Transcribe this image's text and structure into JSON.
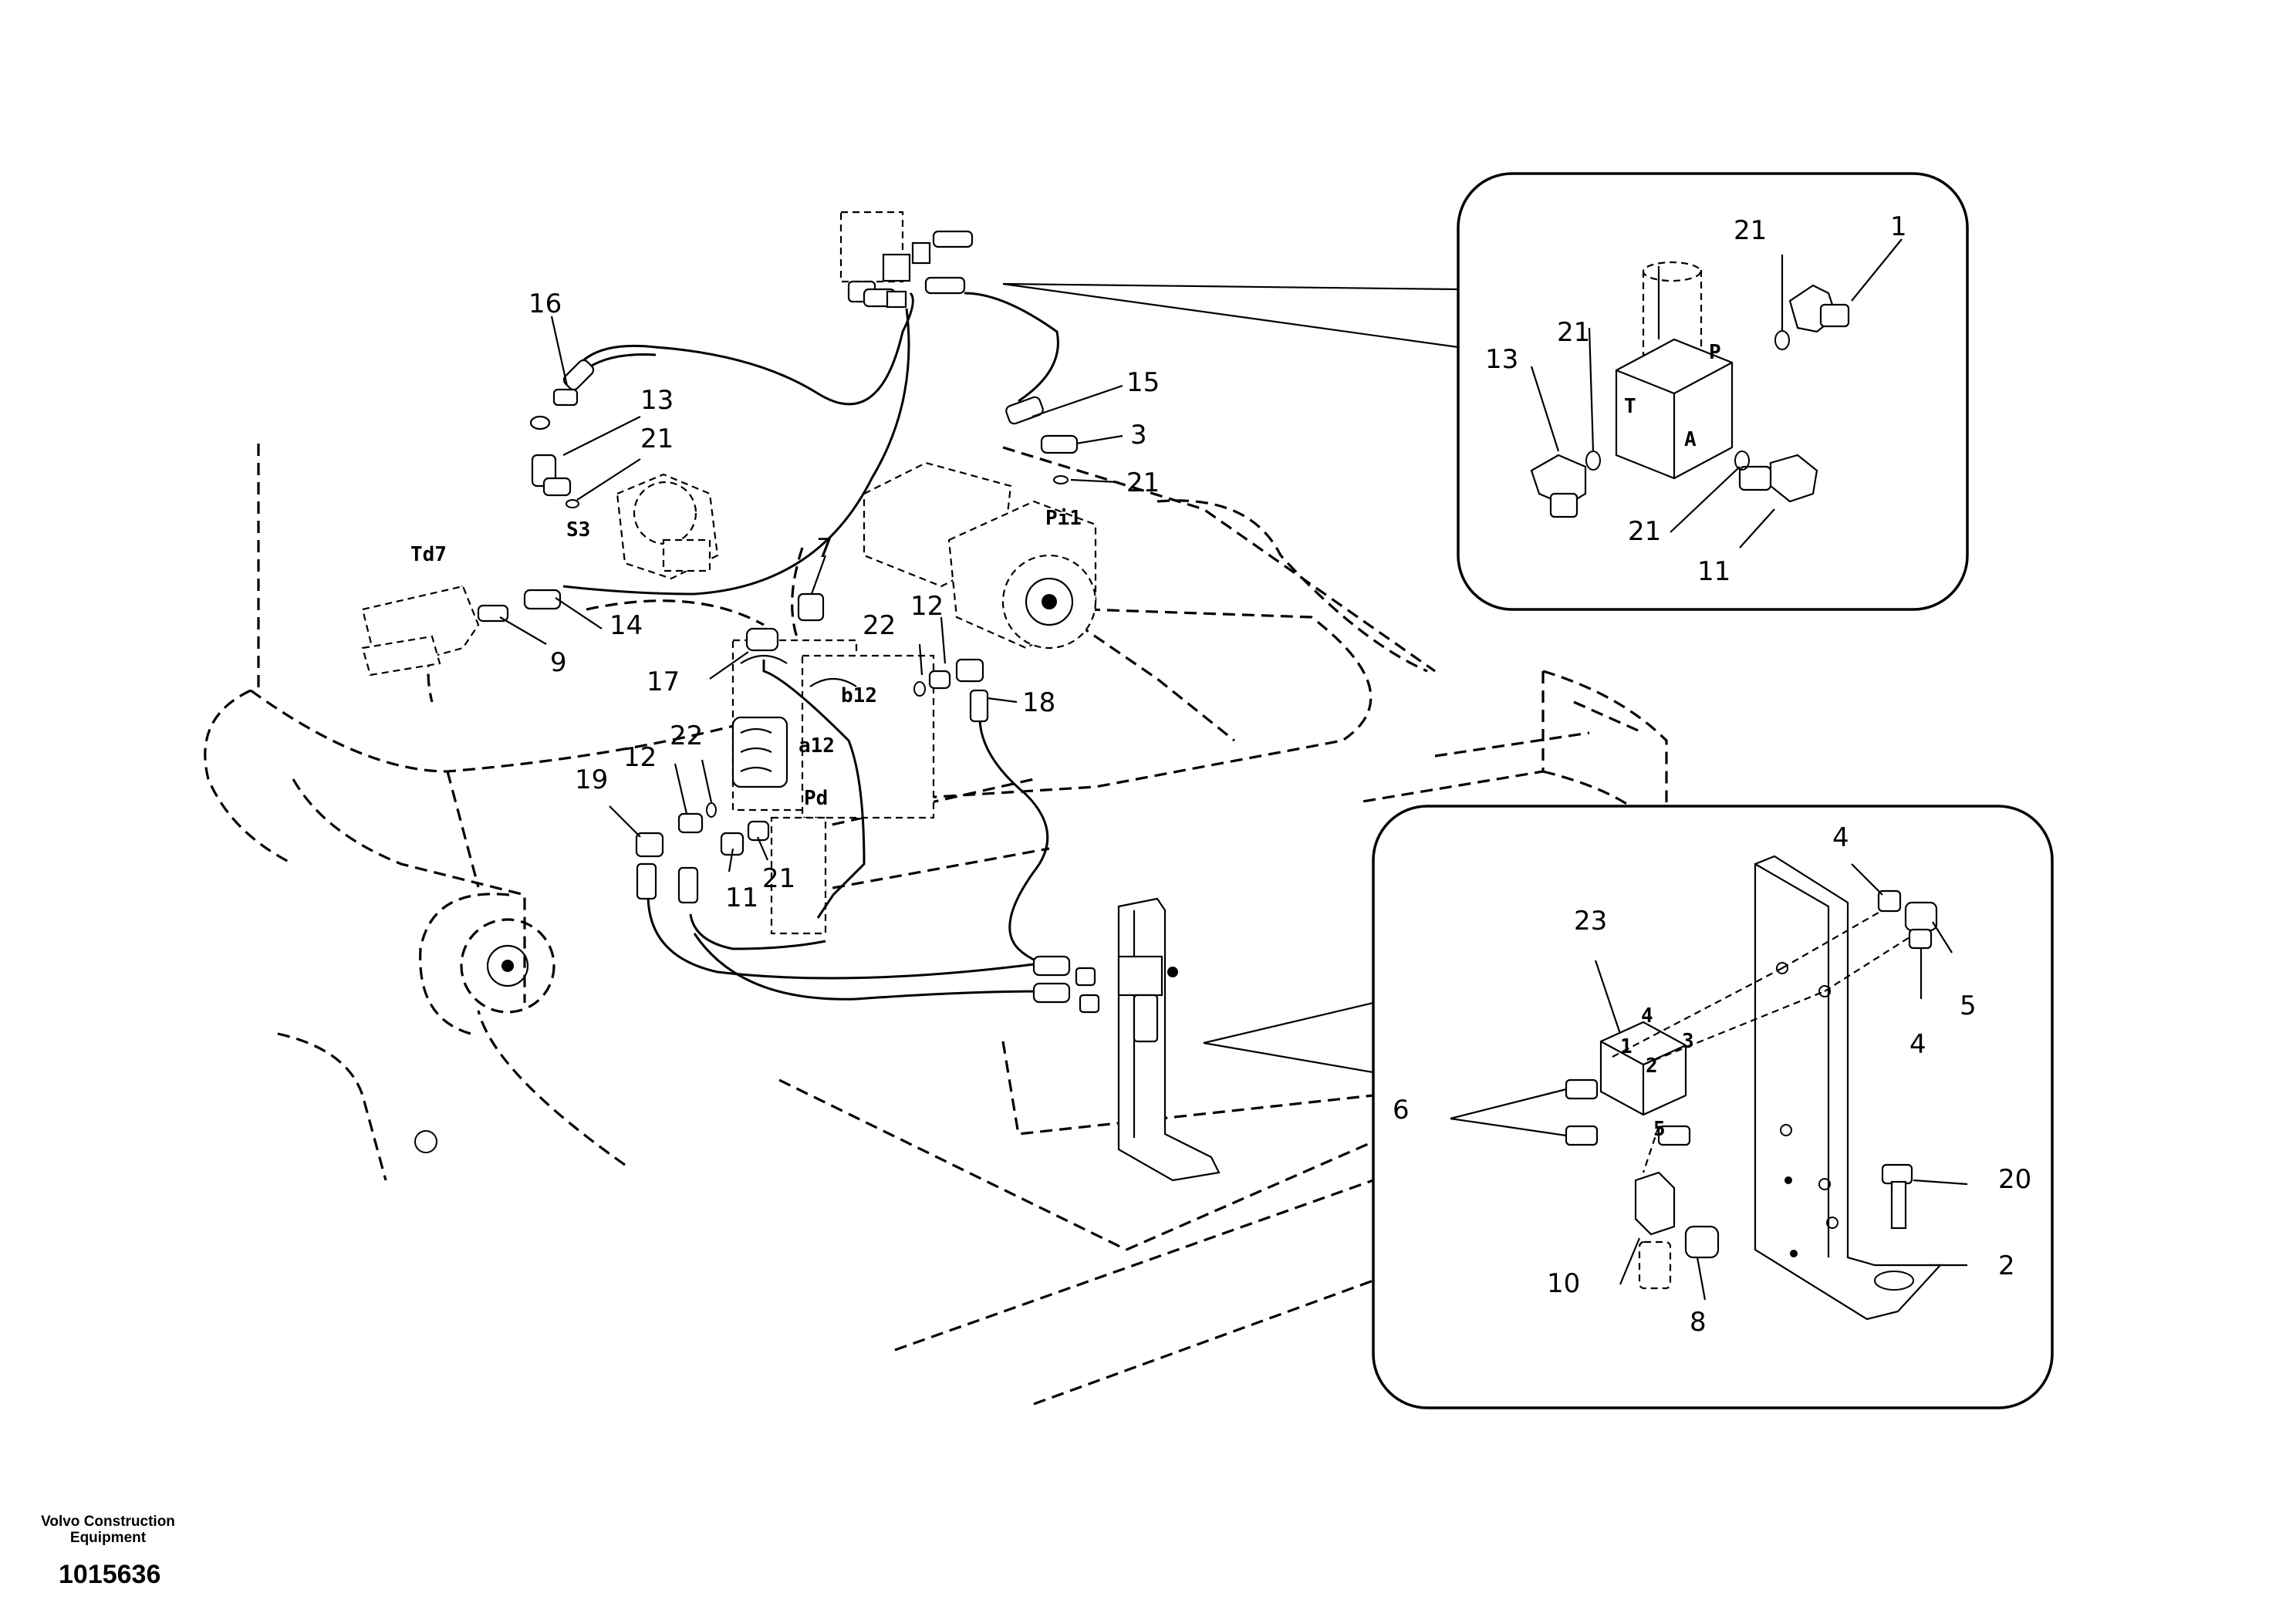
{
  "callouts": {
    "c1": "1",
    "c2": "2",
    "c3": "3",
    "c4a": "4",
    "c4b": "4",
    "c5": "5",
    "c6": "6",
    "c7": "7",
    "c8": "8",
    "c9": "9",
    "c10": "10",
    "c11a": "11",
    "c11b": "11",
    "c12a": "12",
    "c12b": "12",
    "c13a": "13",
    "c13b": "13",
    "c14": "14",
    "c15": "15",
    "c16": "16",
    "c17": "17",
    "c18": "18",
    "c19": "19",
    "c20": "20",
    "c21a": "21",
    "c21b": "21",
    "c21c": "21",
    "c21d": "21",
    "c21e": "21",
    "c21f": "21",
    "c22a": "22",
    "c22b": "22",
    "c23": "23"
  },
  "port_labels": {
    "td7": "Td7",
    "s3": "S3",
    "pi1": "Pi1",
    "b12": "b12",
    "a12": "a12",
    "pd": "Pd",
    "detail_p": "P",
    "detail_t": "T",
    "detail_a": "A",
    "blk_1": "1",
    "blk_2": "2",
    "blk_3": "3",
    "blk_4": "4",
    "blk_5": "5"
  },
  "footer": {
    "brand": "Volvo Construction Equipment",
    "drawing_number": "1015636"
  }
}
